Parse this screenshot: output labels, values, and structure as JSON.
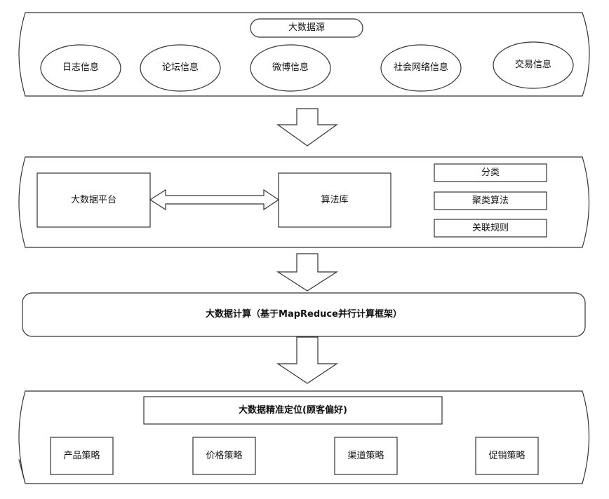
{
  "source": {
    "title": "大数据源",
    "items": [
      "日志信息",
      "论坛信息",
      "微博信息",
      "社会网络信息",
      "交易信息"
    ]
  },
  "platform": {
    "left_box": "大数据平台",
    "right_box": "算法库",
    "algorithms": [
      "分类",
      "聚类算法",
      "关联规则"
    ]
  },
  "compute": {
    "label": "大数据计算（基于MapReduce并行计算框架）"
  },
  "targeting": {
    "title": "大数据精准定位(顾客偏好)",
    "strategies": [
      "产品策略",
      "价格策略",
      "渠道策略",
      "促销策略"
    ]
  }
}
